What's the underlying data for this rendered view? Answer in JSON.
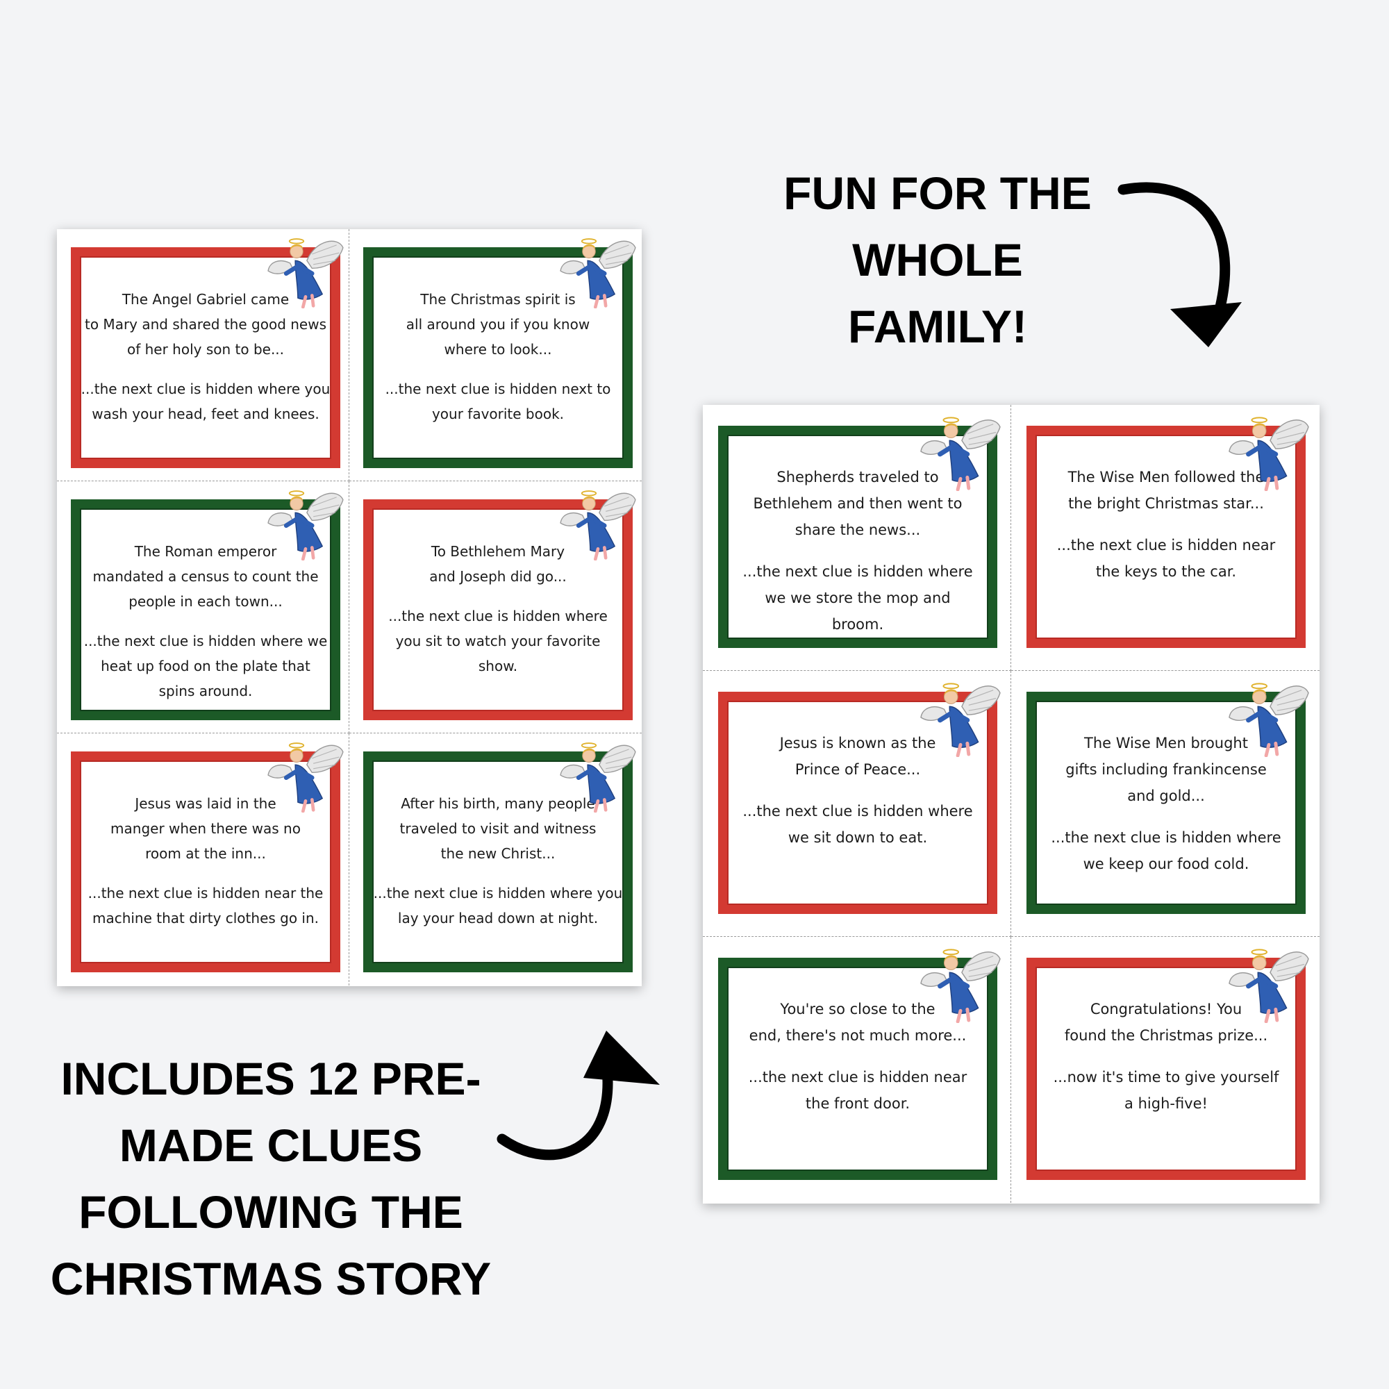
{
  "headline_top": "FUN FOR THE\nWHOLE\nFAMILY!",
  "headline_bottom": "INCLUDES 12 PRE-\nMADE CLUES\nFOLLOWING THE\nCHRISTMAS STORY",
  "colors": {
    "background": "#f3f4f6",
    "card_red": "#d33a32",
    "card_green": "#1c5a27",
    "angel_robe": "#2f5fb3"
  },
  "icons": {
    "card_decoration": "angel-icon",
    "pointer": "curved-arrow-icon"
  },
  "left_sheet": {
    "cards": [
      {
        "color": "red",
        "lead": "The Angel Gabriel came\nto Mary and shared the good news\nof her holy son to be...",
        "clue": "...the next clue is hidden where you\nwash your head, feet and knees."
      },
      {
        "color": "green",
        "lead": "The Christmas spirit is\nall around you if you know\nwhere to look...",
        "clue": "...the next clue is hidden next to\nyour favorite book."
      },
      {
        "color": "green",
        "lead": "The Roman emperor\nmandated a census to count the\npeople in each town...",
        "clue": "...the next clue is hidden where we\nheat up food on the plate that\nspins around."
      },
      {
        "color": "red",
        "lead": "To Bethlehem Mary\nand Joseph did go...",
        "clue": "...the next clue is hidden where\nyou  sit to watch your favorite\nshow."
      },
      {
        "color": "red",
        "lead": "Jesus was laid in the\nmanger when there was no\nroom at the inn...",
        "clue": "...the next clue is hidden near the\nmachine that dirty clothes go in."
      },
      {
        "color": "green",
        "lead": "After his birth, many people\ntraveled to visit and witness\nthe new Christ...",
        "clue": "...the next clue is hidden where you\nlay your head down at night."
      }
    ]
  },
  "right_sheet": {
    "cards": [
      {
        "color": "green",
        "lead": "Shepherds traveled to\nBethlehem and then went to\nshare the news...",
        "clue": "...the next clue is hidden where\nwe we store the mop and\nbroom."
      },
      {
        "color": "red",
        "lead": "The Wise Men followed the\nthe bright Christmas star...",
        "clue": "...the next clue is hidden near\nthe keys to the car."
      },
      {
        "color": "red",
        "lead": "Jesus is known as the\nPrince of Peace...",
        "clue": "...the next clue is hidden where\nwe sit down to eat."
      },
      {
        "color": "green",
        "lead": "The Wise Men brought\ngifts including frankincense\nand gold...",
        "clue": "...the next clue is hidden where\nwe keep our food cold."
      },
      {
        "color": "green",
        "lead": "You're so close to the\nend, there's not much more...",
        "clue": "...the next clue is hidden near\nthe front door."
      },
      {
        "color": "red",
        "lead": "Congratulations! You\nfound the Christmas prize...",
        "clue": "...now it's time to give yourself\na high-five!"
      }
    ]
  }
}
